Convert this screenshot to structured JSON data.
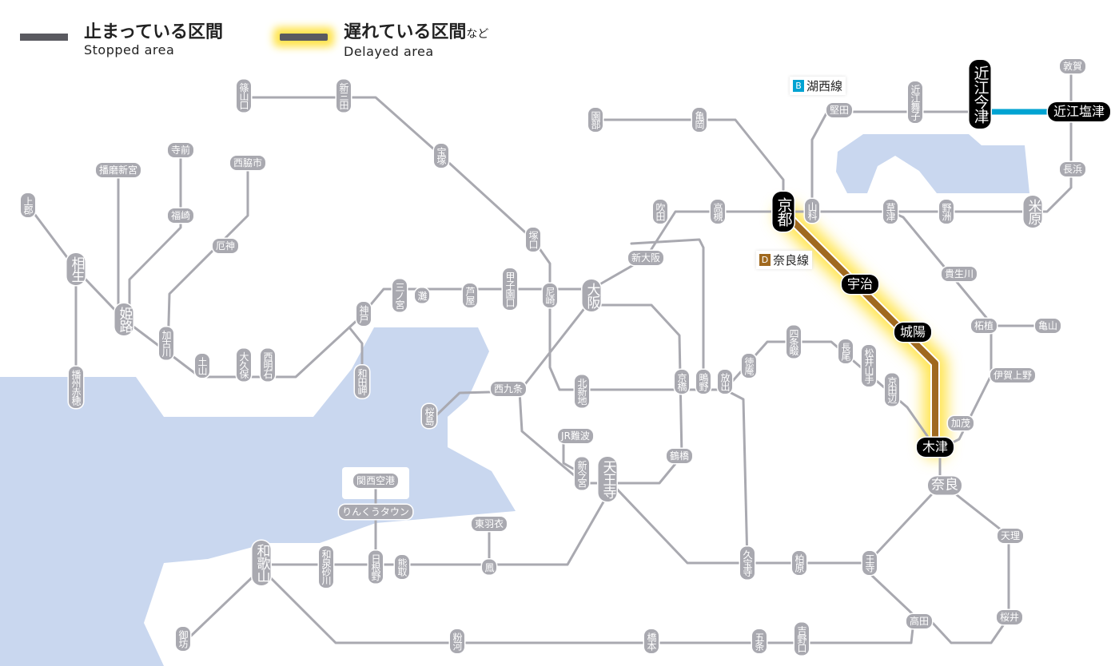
{
  "legend": {
    "stopped": {
      "jp": "止まっている区間",
      "en": "Stopped area"
    },
    "delayed": {
      "jp": "遅れている区間",
      "jp_suffix": "など",
      "en": "Delayed area"
    }
  },
  "line_labels": [
    {
      "badge": "B",
      "name": "湖西線",
      "color": "#00a3d2"
    },
    {
      "badge": "D",
      "name": "奈良線",
      "color": "#a0691f"
    }
  ],
  "colors": {
    "track": "#a9a9b0",
    "water": "#c9d7ef",
    "delay_glow": "#ffe44d",
    "kosei": "#00a3d2",
    "nara": "#a0691f"
  },
  "stations": [
    {
      "name": "篠山口",
      "status": "normal"
    },
    {
      "name": "新三田",
      "status": "normal"
    },
    {
      "name": "宝塚",
      "status": "normal"
    },
    {
      "name": "塚口",
      "status": "normal"
    },
    {
      "name": "尼崎",
      "status": "normal"
    },
    {
      "name": "甲子園口",
      "status": "normal"
    },
    {
      "name": "芦屋",
      "status": "normal"
    },
    {
      "name": "灘",
      "status": "normal"
    },
    {
      "name": "三ノ宮",
      "status": "normal"
    },
    {
      "name": "神戸",
      "status": "normal"
    },
    {
      "name": "和田岬",
      "status": "normal"
    },
    {
      "name": "西明石",
      "status": "normal"
    },
    {
      "name": "大久保",
      "status": "normal"
    },
    {
      "name": "土山",
      "status": "normal"
    },
    {
      "name": "加古川",
      "status": "normal"
    },
    {
      "name": "厄神",
      "status": "normal"
    },
    {
      "name": "西脇市",
      "status": "normal"
    },
    {
      "name": "福崎",
      "status": "normal"
    },
    {
      "name": "寺前",
      "status": "normal"
    },
    {
      "name": "播磨新宮",
      "status": "normal"
    },
    {
      "name": "姫路",
      "status": "normal"
    },
    {
      "name": "相生",
      "status": "normal"
    },
    {
      "name": "上郡",
      "status": "normal"
    },
    {
      "name": "播州赤穂",
      "status": "normal"
    },
    {
      "name": "大阪",
      "status": "normal"
    },
    {
      "name": "新大阪",
      "status": "normal"
    },
    {
      "name": "吹田",
      "status": "normal"
    },
    {
      "name": "高槻",
      "status": "normal"
    },
    {
      "name": "京都",
      "status": "affected"
    },
    {
      "name": "山科",
      "status": "normal"
    },
    {
      "name": "園部",
      "status": "normal"
    },
    {
      "name": "亀岡",
      "status": "normal"
    },
    {
      "name": "堅田",
      "status": "normal"
    },
    {
      "name": "近江舞子",
      "status": "normal"
    },
    {
      "name": "近江今津",
      "status": "affected"
    },
    {
      "name": "近江塩津",
      "status": "affected"
    },
    {
      "name": "敦賀",
      "status": "normal"
    },
    {
      "name": "長浜",
      "status": "normal"
    },
    {
      "name": "米原",
      "status": "normal"
    },
    {
      "name": "野洲",
      "status": "normal"
    },
    {
      "name": "草津",
      "status": "normal"
    },
    {
      "name": "宇治",
      "status": "affected"
    },
    {
      "name": "城陽",
      "status": "affected"
    },
    {
      "name": "木津",
      "status": "affected"
    },
    {
      "name": "加茂",
      "status": "normal"
    },
    {
      "name": "奈良",
      "status": "normal"
    },
    {
      "name": "天理",
      "status": "normal"
    },
    {
      "name": "桜井",
      "status": "normal"
    },
    {
      "name": "高田",
      "status": "normal"
    },
    {
      "name": "王寺",
      "status": "normal"
    },
    {
      "name": "柏原",
      "status": "normal"
    },
    {
      "name": "久宝寺",
      "status": "normal"
    },
    {
      "name": "貴生川",
      "status": "normal"
    },
    {
      "name": "柘植",
      "status": "normal"
    },
    {
      "name": "亀山",
      "status": "normal"
    },
    {
      "name": "伊賀上野",
      "status": "normal"
    },
    {
      "name": "京田辺",
      "status": "normal"
    },
    {
      "name": "松井山手",
      "status": "normal"
    },
    {
      "name": "長尾",
      "status": "normal"
    },
    {
      "name": "四条畷",
      "status": "normal"
    },
    {
      "name": "徳庵",
      "status": "normal"
    },
    {
      "name": "放出",
      "status": "normal"
    },
    {
      "name": "鴫野",
      "status": "normal"
    },
    {
      "name": "京橋",
      "status": "normal"
    },
    {
      "name": "北新地",
      "status": "normal"
    },
    {
      "name": "西九条",
      "status": "normal"
    },
    {
      "name": "桜島",
      "status": "normal"
    },
    {
      "name": "JR難波",
      "status": "normal"
    },
    {
      "name": "新今宮",
      "status": "normal"
    },
    {
      "name": "天王寺",
      "status": "normal"
    },
    {
      "name": "鶴橋",
      "status": "normal"
    },
    {
      "name": "関西空港",
      "status": "normal"
    },
    {
      "name": "りんくうタウン",
      "status": "normal"
    },
    {
      "name": "東羽衣",
      "status": "normal"
    },
    {
      "name": "鳳",
      "status": "normal"
    },
    {
      "name": "熊取",
      "status": "normal"
    },
    {
      "name": "日根野",
      "status": "normal"
    },
    {
      "name": "和泉砂川",
      "status": "normal"
    },
    {
      "name": "和歌山",
      "status": "normal"
    },
    {
      "name": "御坊",
      "status": "normal"
    },
    {
      "name": "粉河",
      "status": "normal"
    },
    {
      "name": "橋本",
      "status": "normal"
    },
    {
      "name": "五条",
      "status": "normal"
    },
    {
      "name": "吉野口",
      "status": "normal"
    }
  ]
}
